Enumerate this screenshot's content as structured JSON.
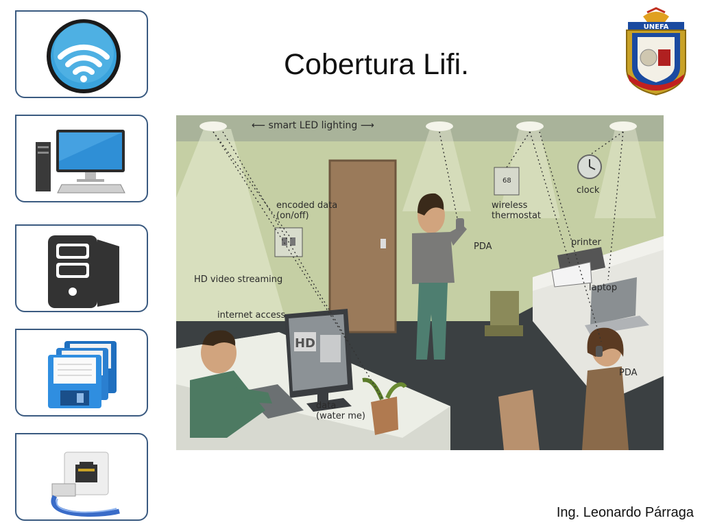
{
  "slide": {
    "title": "Cobertura Lifi.",
    "author": "Ing. Leonardo Párraga"
  },
  "sidebar": {
    "icons": [
      "wifi-icon",
      "desktop-computer-icon",
      "pc-tower-icon",
      "floppy-disks-icon",
      "ethernet-port-icon"
    ]
  },
  "logo": {
    "text": "UNEFA"
  },
  "scene": {
    "labels": {
      "smart_led": "⟵  smart LED lighting  ⟶",
      "encoded": "encoded data\n(on/off)",
      "hd_video": "HD video streaming",
      "internet": "internet access",
      "data": "data\n(water me)",
      "pda1": "PDA",
      "thermostat": "wireless\nthermostat",
      "clock": "clock",
      "printer": "printer",
      "laptop": "laptop",
      "pda2": "PDA",
      "hd": "HD",
      "thermo_value": "68"
    }
  }
}
